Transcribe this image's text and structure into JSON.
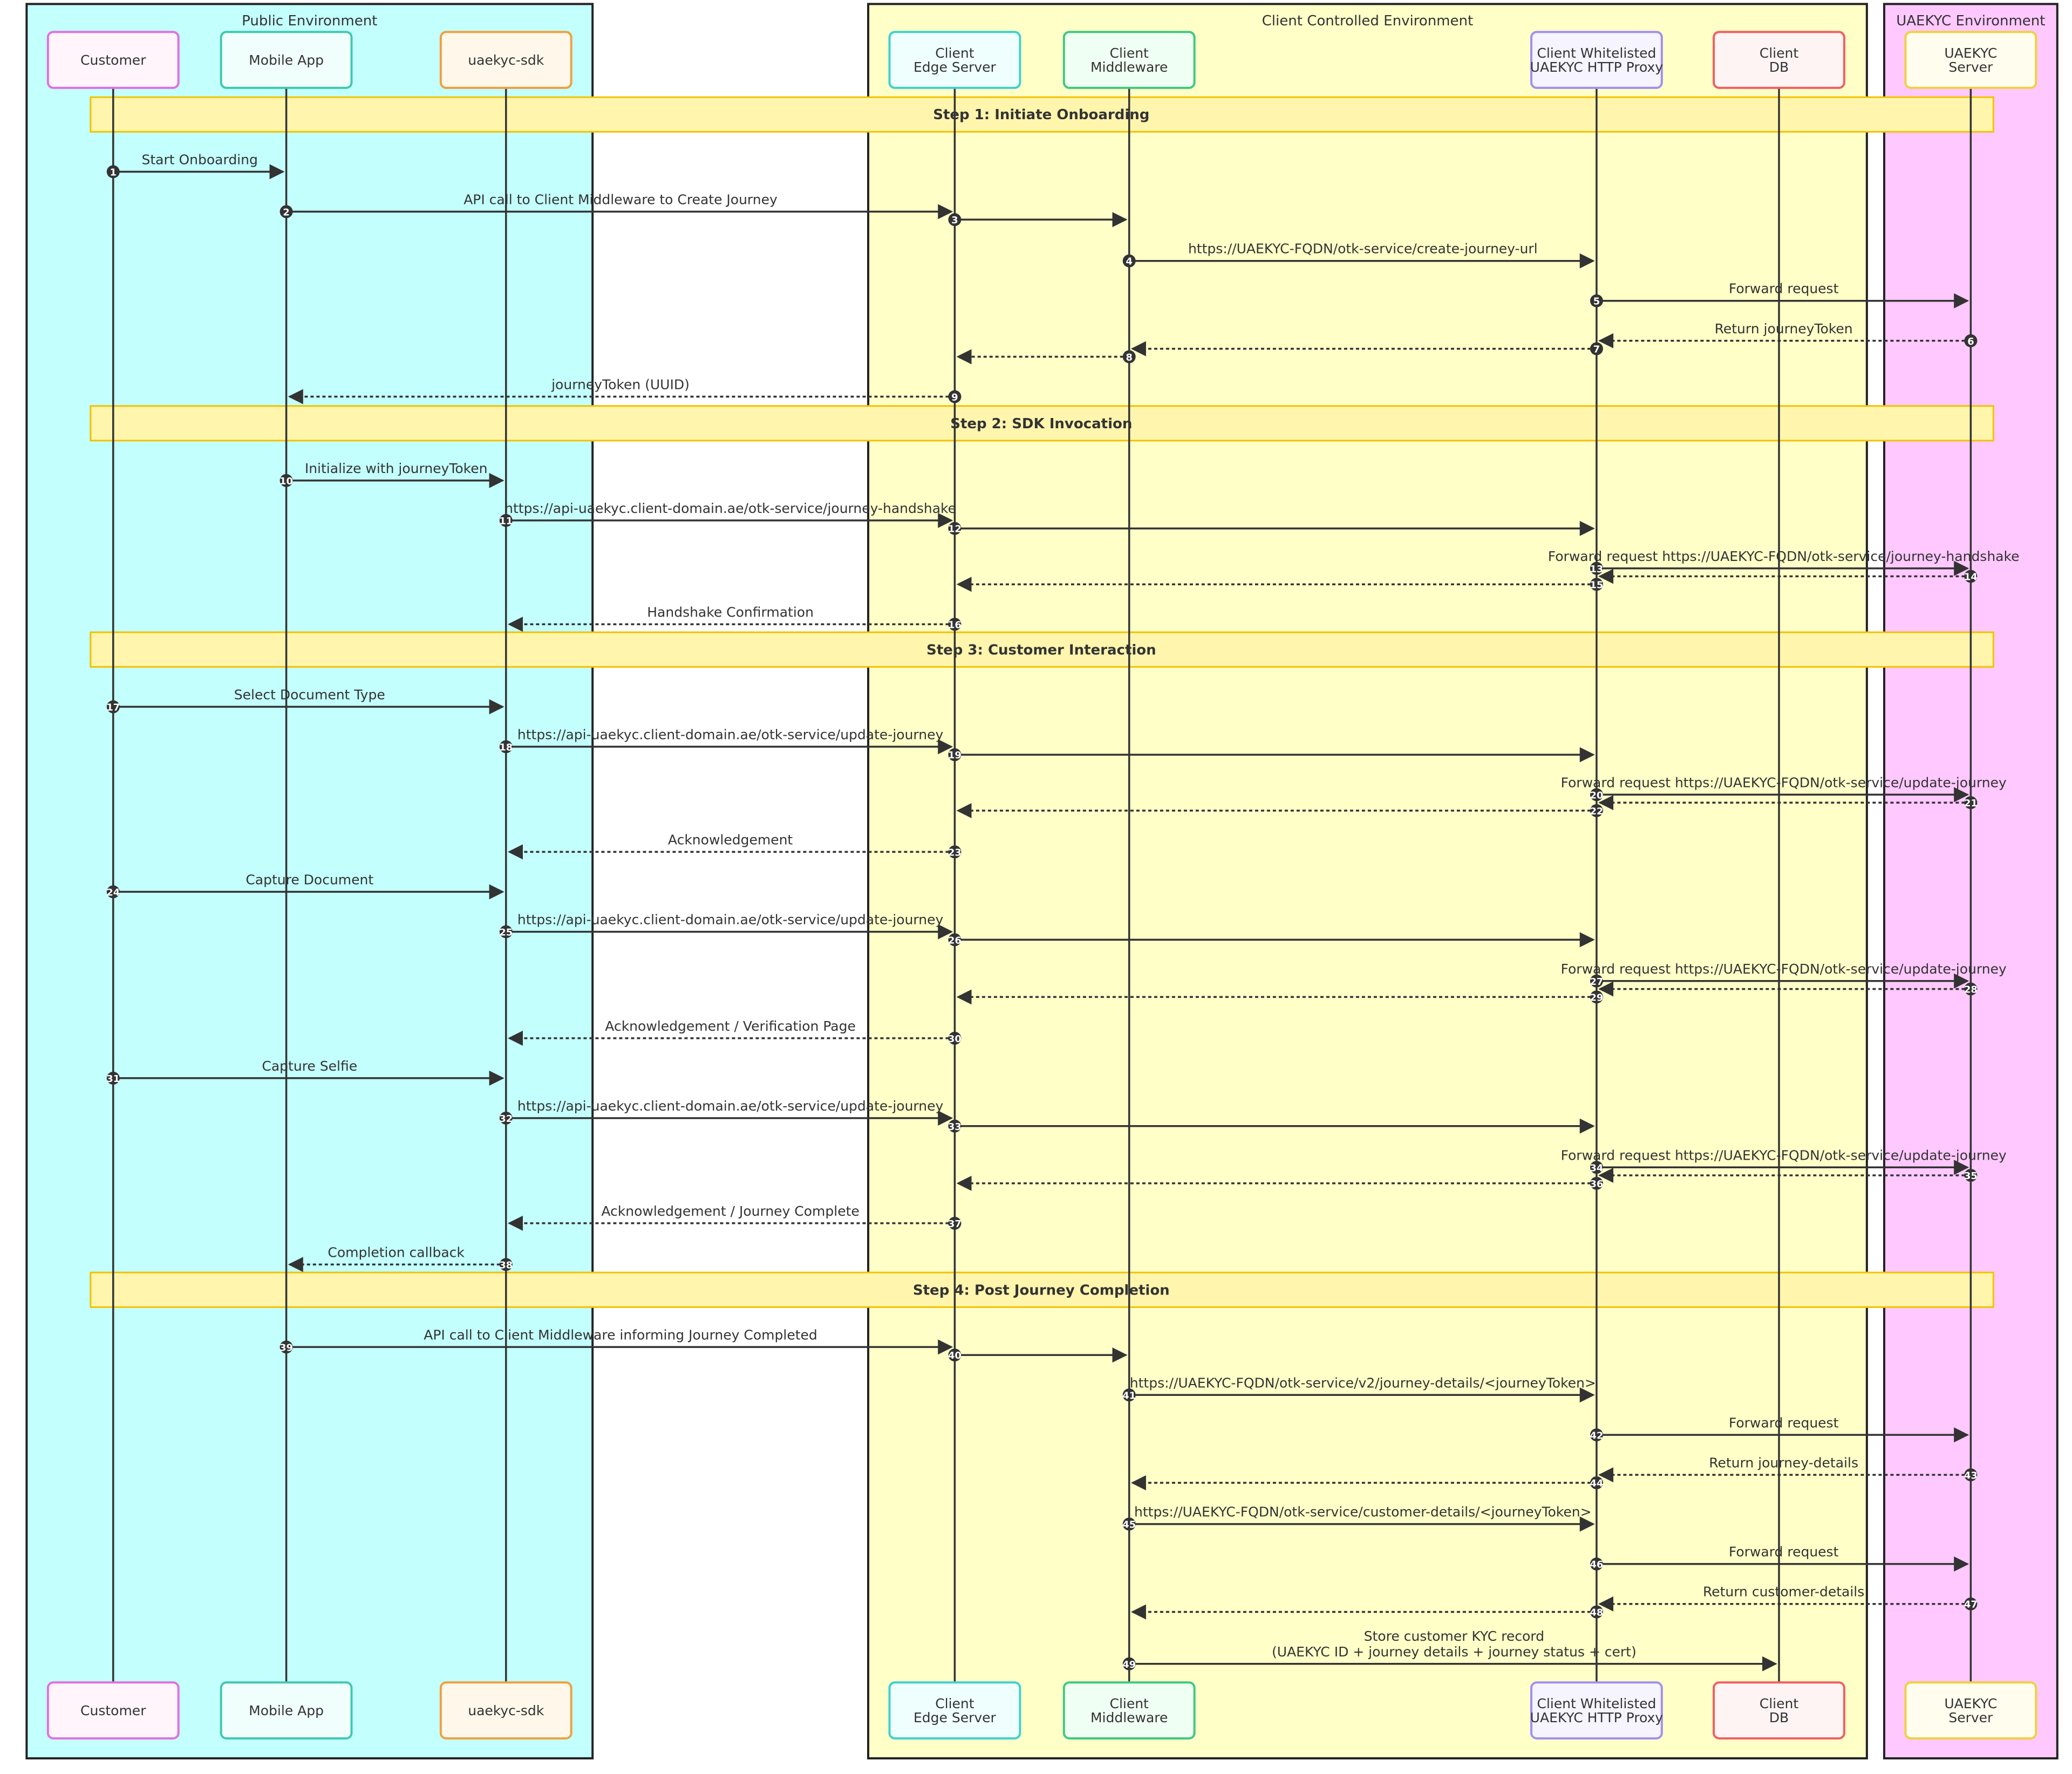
{
  "environments": [
    {
      "id": "public",
      "label": "Public Environment",
      "color": "#c3fffd"
    },
    {
      "id": "client",
      "label": "Client Controlled Environment",
      "color": "#ffffc8"
    },
    {
      "id": "uaekyc",
      "label": "UAEKYC Environment",
      "color": "#ffc8ff"
    }
  ],
  "participants": [
    {
      "id": "customer",
      "lines": [
        "Customer"
      ],
      "fill": "#fff5fb",
      "stroke": "#e070e0"
    },
    {
      "id": "mobile-app",
      "lines": [
        "Mobile App"
      ],
      "fill": "#f0fffb",
      "stroke": "#40c8b0"
    },
    {
      "id": "uaekyc-sdk",
      "lines": [
        "uaekyc-sdk"
      ],
      "fill": "#fff8ea",
      "stroke": "#f0a040"
    },
    {
      "id": "client-edge-server",
      "lines": [
        "Client",
        "Edge Server"
      ],
      "fill": "#effffe",
      "stroke": "#40d0d0"
    },
    {
      "id": "client-middleware",
      "lines": [
        "Client",
        "Middleware"
      ],
      "fill": "#f0fff3",
      "stroke": "#40c880"
    },
    {
      "id": "client-whitelisted-proxy",
      "lines": [
        "Client Whitelisted",
        "UAEKYC HTTP Proxy"
      ],
      "fill": "#f6f4ff",
      "stroke": "#a090f0"
    },
    {
      "id": "client-db",
      "lines": [
        "Client",
        "DB"
      ],
      "fill": "#fff4f4",
      "stroke": "#f06060"
    },
    {
      "id": "uaekyc-server",
      "lines": [
        "UAEKYC",
        "Server"
      ],
      "fill": "#fffdee",
      "stroke": "#f0d040"
    }
  ],
  "sections": [
    {
      "title": "Step 1: Initiate Onboarding",
      "before": 1
    },
    {
      "title": "Step 2: SDK Invocation",
      "before": 10
    },
    {
      "title": "Step 3: Customer Interaction",
      "before": 17
    },
    {
      "title": "Step 4: Post Journey Completion",
      "before": 39
    }
  ],
  "messages": [
    {
      "n": 1,
      "from": "customer",
      "to": "mobile-app",
      "text": "Start Onboarding",
      "dashed": false
    },
    {
      "n": 2,
      "from": "mobile-app",
      "to": "client-edge-server",
      "text": "API call to Client Middleware to Create Journey",
      "dashed": false
    },
    {
      "n": 3,
      "from": "client-edge-server",
      "to": "client-middleware",
      "text": "",
      "dashed": false
    },
    {
      "n": 4,
      "from": "client-middleware",
      "to": "client-whitelisted-proxy",
      "text": "https://UAEKYC-FQDN/otk-service/create-journey-url",
      "dashed": false
    },
    {
      "n": 5,
      "from": "client-whitelisted-proxy",
      "to": "uaekyc-server",
      "text": "Forward request",
      "dashed": false
    },
    {
      "n": 6,
      "from": "uaekyc-server",
      "to": "client-whitelisted-proxy",
      "text": "Return journeyToken",
      "dashed": true
    },
    {
      "n": 7,
      "from": "client-whitelisted-proxy",
      "to": "client-middleware",
      "text": "",
      "dashed": true
    },
    {
      "n": 8,
      "from": "client-middleware",
      "to": "client-edge-server",
      "text": "",
      "dashed": true
    },
    {
      "n": 9,
      "from": "client-edge-server",
      "to": "mobile-app",
      "text": "journeyToken (UUID)",
      "dashed": true
    },
    {
      "n": 10,
      "from": "mobile-app",
      "to": "uaekyc-sdk",
      "text": "Initialize with journeyToken",
      "dashed": false
    },
    {
      "n": 11,
      "from": "uaekyc-sdk",
      "to": "client-edge-server",
      "text": "https://api-uaekyc.client-domain.ae/otk-service/journey-handshake",
      "dashed": false
    },
    {
      "n": 12,
      "from": "client-edge-server",
      "to": "client-whitelisted-proxy",
      "text": "",
      "dashed": false
    },
    {
      "n": 13,
      "from": "client-whitelisted-proxy",
      "to": "uaekyc-server",
      "text": "Forward request https://UAEKYC-FQDN/otk-service/journey-handshake",
      "dashed": false
    },
    {
      "n": 14,
      "from": "uaekyc-server",
      "to": "client-whitelisted-proxy",
      "text": "",
      "dashed": true
    },
    {
      "n": 15,
      "from": "client-whitelisted-proxy",
      "to": "client-edge-server",
      "text": "",
      "dashed": true
    },
    {
      "n": 16,
      "from": "client-edge-server",
      "to": "uaekyc-sdk",
      "text": "Handshake Confirmation",
      "dashed": true
    },
    {
      "n": 17,
      "from": "customer",
      "to": "uaekyc-sdk",
      "text": "Select Document Type",
      "dashed": false
    },
    {
      "n": 18,
      "from": "uaekyc-sdk",
      "to": "client-edge-server",
      "text": "https://api-uaekyc.client-domain.ae/otk-service/update-journey",
      "dashed": false
    },
    {
      "n": 19,
      "from": "client-edge-server",
      "to": "client-whitelisted-proxy",
      "text": "",
      "dashed": false
    },
    {
      "n": 20,
      "from": "client-whitelisted-proxy",
      "to": "uaekyc-server",
      "text": "Forward request https://UAEKYC-FQDN/otk-service/update-journey",
      "dashed": false
    },
    {
      "n": 21,
      "from": "uaekyc-server",
      "to": "client-whitelisted-proxy",
      "text": "",
      "dashed": true
    },
    {
      "n": 22,
      "from": "client-whitelisted-proxy",
      "to": "client-edge-server",
      "text": "",
      "dashed": true
    },
    {
      "n": 23,
      "from": "client-edge-server",
      "to": "uaekyc-sdk",
      "text": "Acknowledgement",
      "dashed": true
    },
    {
      "n": 24,
      "from": "customer",
      "to": "uaekyc-sdk",
      "text": "Capture Document",
      "dashed": false
    },
    {
      "n": 25,
      "from": "uaekyc-sdk",
      "to": "client-edge-server",
      "text": "https://api-uaekyc.client-domain.ae/otk-service/update-journey",
      "dashed": false
    },
    {
      "n": 26,
      "from": "client-edge-server",
      "to": "client-whitelisted-proxy",
      "text": "",
      "dashed": false
    },
    {
      "n": 27,
      "from": "client-whitelisted-proxy",
      "to": "uaekyc-server",
      "text": "Forward request https://UAEKYC-FQDN/otk-service/update-journey",
      "dashed": false
    },
    {
      "n": 28,
      "from": "uaekyc-server",
      "to": "client-whitelisted-proxy",
      "text": "",
      "dashed": true
    },
    {
      "n": 29,
      "from": "client-whitelisted-proxy",
      "to": "client-edge-server",
      "text": "",
      "dashed": true
    },
    {
      "n": 30,
      "from": "client-edge-server",
      "to": "uaekyc-sdk",
      "text": "Acknowledgement / Verification Page",
      "dashed": true
    },
    {
      "n": 31,
      "from": "customer",
      "to": "uaekyc-sdk",
      "text": "Capture Selfie",
      "dashed": false
    },
    {
      "n": 32,
      "from": "uaekyc-sdk",
      "to": "client-edge-server",
      "text": "https://api-uaekyc.client-domain.ae/otk-service/update-journey",
      "dashed": false
    },
    {
      "n": 33,
      "from": "client-edge-server",
      "to": "client-whitelisted-proxy",
      "text": "",
      "dashed": false
    },
    {
      "n": 34,
      "from": "client-whitelisted-proxy",
      "to": "uaekyc-server",
      "text": "Forward request https://UAEKYC-FQDN/otk-service/update-journey",
      "dashed": false
    },
    {
      "n": 35,
      "from": "uaekyc-server",
      "to": "client-whitelisted-proxy",
      "text": "",
      "dashed": true
    },
    {
      "n": 36,
      "from": "client-whitelisted-proxy",
      "to": "client-edge-server",
      "text": "",
      "dashed": true
    },
    {
      "n": 37,
      "from": "client-edge-server",
      "to": "uaekyc-sdk",
      "text": "Acknowledgement / Journey Complete",
      "dashed": true
    },
    {
      "n": 38,
      "from": "uaekyc-sdk",
      "to": "mobile-app",
      "text": "Completion callback",
      "dashed": true
    },
    {
      "n": 39,
      "from": "mobile-app",
      "to": "client-edge-server",
      "text": "API call to Client Middleware informing Journey Completed",
      "dashed": false
    },
    {
      "n": 40,
      "from": "client-edge-server",
      "to": "client-middleware",
      "text": "",
      "dashed": false
    },
    {
      "n": 41,
      "from": "client-middleware",
      "to": "client-whitelisted-proxy",
      "text": "https://UAEKYC-FQDN/otk-service/v2/journey-details/<journeyToken>",
      "dashed": false
    },
    {
      "n": 42,
      "from": "client-whitelisted-proxy",
      "to": "uaekyc-server",
      "text": "Forward request",
      "dashed": false
    },
    {
      "n": 43,
      "from": "uaekyc-server",
      "to": "client-whitelisted-proxy",
      "text": "Return journey-details",
      "dashed": true
    },
    {
      "n": 44,
      "from": "client-whitelisted-proxy",
      "to": "client-middleware",
      "text": "",
      "dashed": true
    },
    {
      "n": 45,
      "from": "client-middleware",
      "to": "client-whitelisted-proxy",
      "text": "https://UAEKYC-FQDN/otk-service/customer-details/<journeyToken>",
      "dashed": false
    },
    {
      "n": 46,
      "from": "client-whitelisted-proxy",
      "to": "uaekyc-server",
      "text": "Forward request",
      "dashed": false
    },
    {
      "n": 47,
      "from": "uaekyc-server",
      "to": "client-whitelisted-proxy",
      "text": "Return customer-details",
      "dashed": true
    },
    {
      "n": 48,
      "from": "client-whitelisted-proxy",
      "to": "client-middleware",
      "text": "",
      "dashed": true
    },
    {
      "n": 49,
      "from": "client-middleware",
      "to": "client-db",
      "text": "Store customer KYC record\n(UAEKYC ID + journey details + journey status + cert)",
      "dashed": false
    }
  ]
}
